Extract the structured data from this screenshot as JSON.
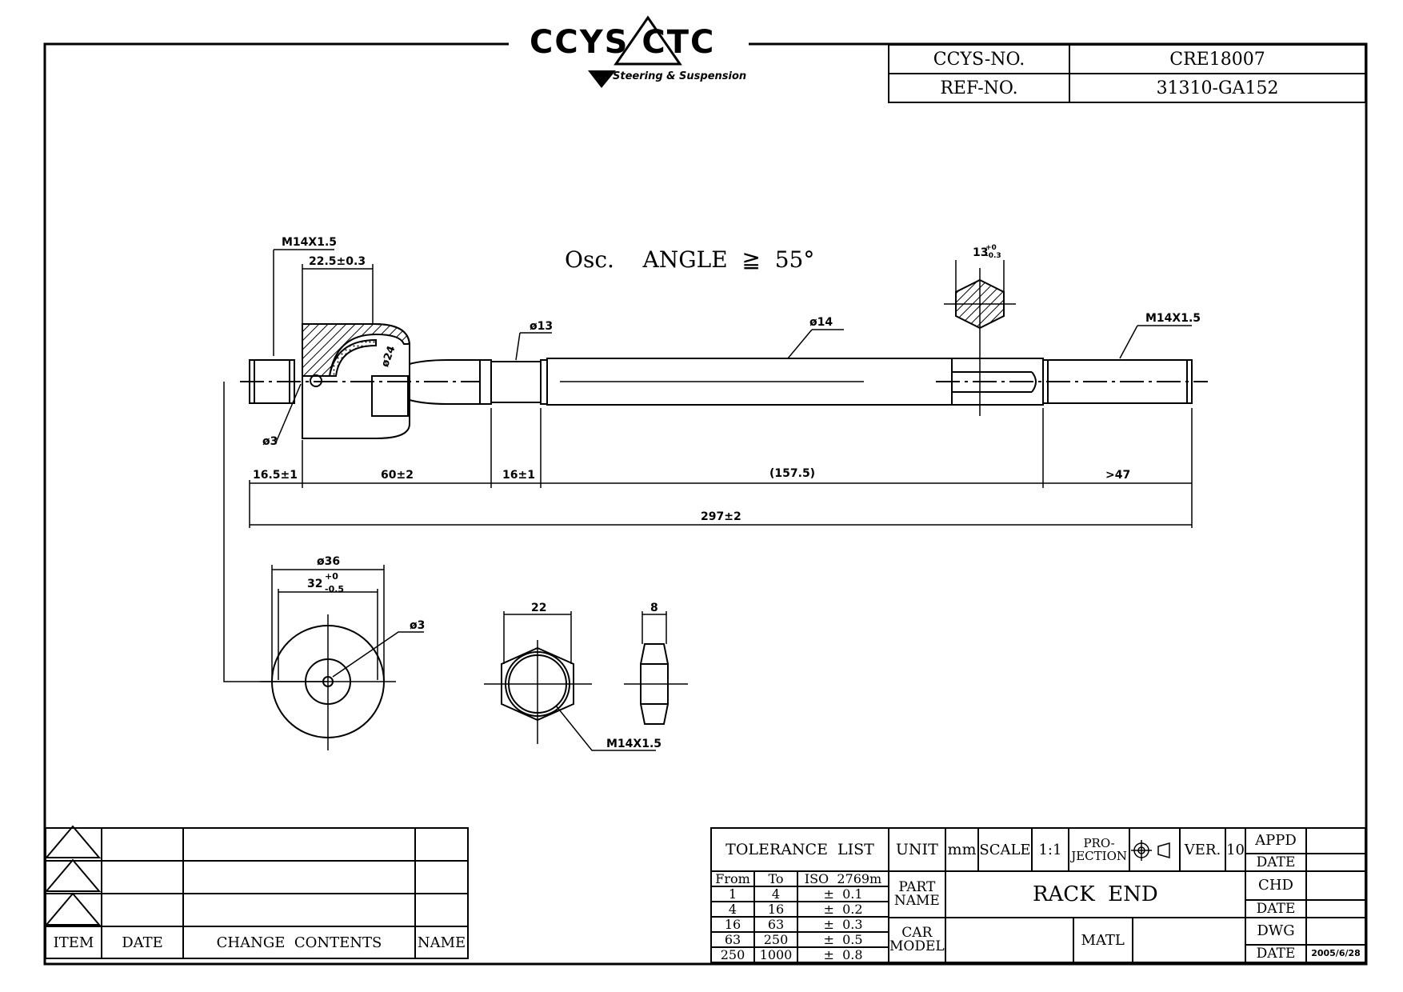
{
  "logo": {
    "brand": "CCYS CTC",
    "tagline": "Steering & Suspension",
    "icon": "triangle-logo-icon"
  },
  "header": {
    "ccys_no_label": "CCYS-NO.",
    "ccys_no_value": "CRE18007",
    "ref_no_label": "REF-NO.",
    "ref_no_value": "31310-GA152"
  },
  "notes": {
    "osc_angle": "Osc.    ANGLE  ≧  55°"
  },
  "dimensions": {
    "thread_left": "M14X1.5",
    "socket_length": "22.5±0.3",
    "ball_dia": "ø24",
    "hole_dia": "ø3",
    "neck_dia": "ø13",
    "shaft_dia": "ø14",
    "hex_width": "13",
    "hex_tol_upper": "+0",
    "hex_tol_lower": "-0.3",
    "thread_right": "M14X1.5",
    "seg1": "16.5±1",
    "seg2": "60±2",
    "seg3": "16±1",
    "seg4": "(157.5)",
    "seg5": ">47",
    "overall": "297±2",
    "housing_dia": "ø36",
    "housing_inner": "32",
    "housing_tol_upper": "+0",
    "housing_tol_lower": "-0.5",
    "housing_hole": "ø3",
    "nut_across_flats": "22",
    "nut_thickness": "8",
    "nut_thread": "M14X1.5"
  },
  "revision_table": {
    "headers": [
      "ITEM",
      "DATE",
      "CHANGE  CONTENTS",
      "NAME"
    ]
  },
  "title_block": {
    "tolerance_title": "TOLERANCE  LIST",
    "tolerance_headers": [
      "From",
      "To",
      "ISO  2769m"
    ],
    "tolerance_rows": [
      [
        "1",
        "4",
        "±  0.1"
      ],
      [
        "4",
        "16",
        "±  0.2"
      ],
      [
        "16",
        "63",
        "±  0.3"
      ],
      [
        "63",
        "250",
        "±  0.5"
      ],
      [
        "250",
        "1000",
        "±  0.8"
      ]
    ],
    "unit_label": "UNIT",
    "unit_value": "mm",
    "scale_label": "SCALE",
    "scale_value": "1:1",
    "projection_label": "PRO-\nJECTION",
    "projection_icon": "third-angle-projection-icon",
    "ver_label": "VER.",
    "ver_value": "10",
    "appd_label": "APPD",
    "date_label": "DATE",
    "chd_label": "CHD",
    "dwg_label": "DWG",
    "dwg_date": "2005/6/28",
    "part_name_label": "PART\nNAME",
    "part_name_value": "RACK  END",
    "car_model_label": "CAR\nMODEL",
    "matl_label": "MATL"
  }
}
